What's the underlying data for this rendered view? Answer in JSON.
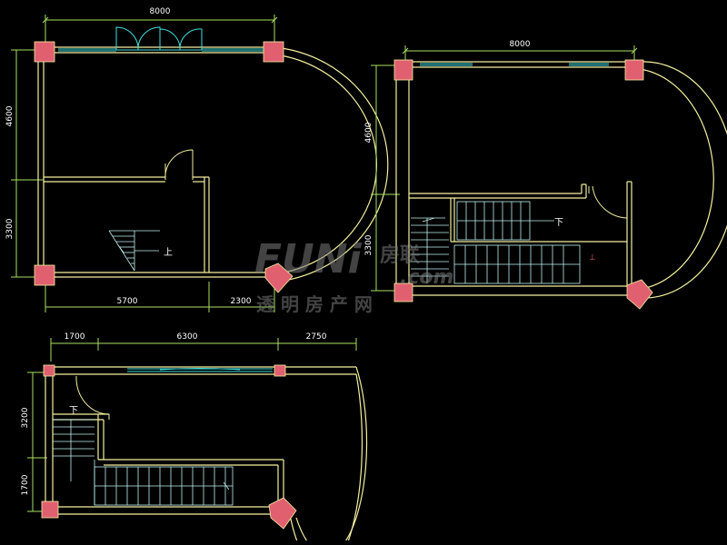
{
  "colors": {
    "background": "#000000",
    "wall": "#f5f0a0",
    "dimension": "#a8e060",
    "window": "#40e0e0",
    "column": "#e06070",
    "stair": "#c0f0f0",
    "text": "#ffffff",
    "watermark": "#6a6a6a"
  },
  "plan_top_left": {
    "dim_top": "8000",
    "dim_left_upper": "4600",
    "dim_left_lower": "3300",
    "dim_bottom_left": "5700",
    "dim_bottom_right": "2300",
    "stair_label": "上"
  },
  "plan_top_right": {
    "dim_top": "8000",
    "dim_left_upper": "4600",
    "dim_left_lower": "3300",
    "stair_label": "下",
    "stair_label_small": "⊥"
  },
  "plan_bottom": {
    "dim_top_a": "1700",
    "dim_top_b": "6300",
    "dim_top_c": "2750",
    "dim_left_upper": "3200",
    "dim_left_lower": "1700",
    "stair_label": "下"
  },
  "watermark": {
    "logo": "FUNi",
    "logo_cn": "房联",
    "domain": ".com",
    "slogan": "透 明 房 产 网"
  }
}
